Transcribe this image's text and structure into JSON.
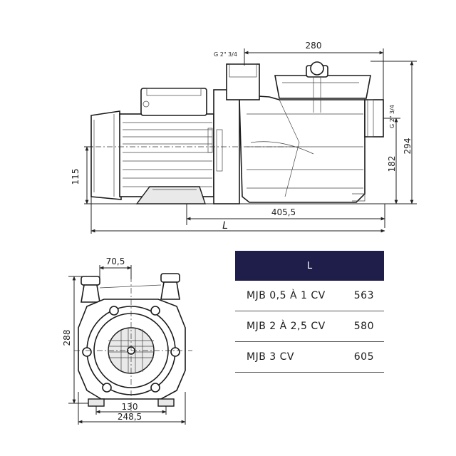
{
  "dimensions": {
    "length_top": "280",
    "inlet_thread": "G 2\" 3/4",
    "outlet_thread": "G 2\" 3/4",
    "height_total": "294",
    "height_outlet": "182",
    "height_axis": "115",
    "base_length": "405,5",
    "overall_length": "L",
    "front_offset": "70,5",
    "front_height": "288",
    "foot_spacing": "130",
    "front_width": "248,5"
  },
  "table": {
    "header": "L",
    "rows": [
      {
        "model": "MJB 0,5 À 1 CV",
        "value": "563"
      },
      {
        "model": "MJB 2 À 2,5 CV",
        "value": "580"
      },
      {
        "model": "MJB 3 CV",
        "value": "605"
      }
    ]
  },
  "colors": {
    "table_header_bg": "#1f1d4a",
    "line": "#1a1a1a"
  }
}
